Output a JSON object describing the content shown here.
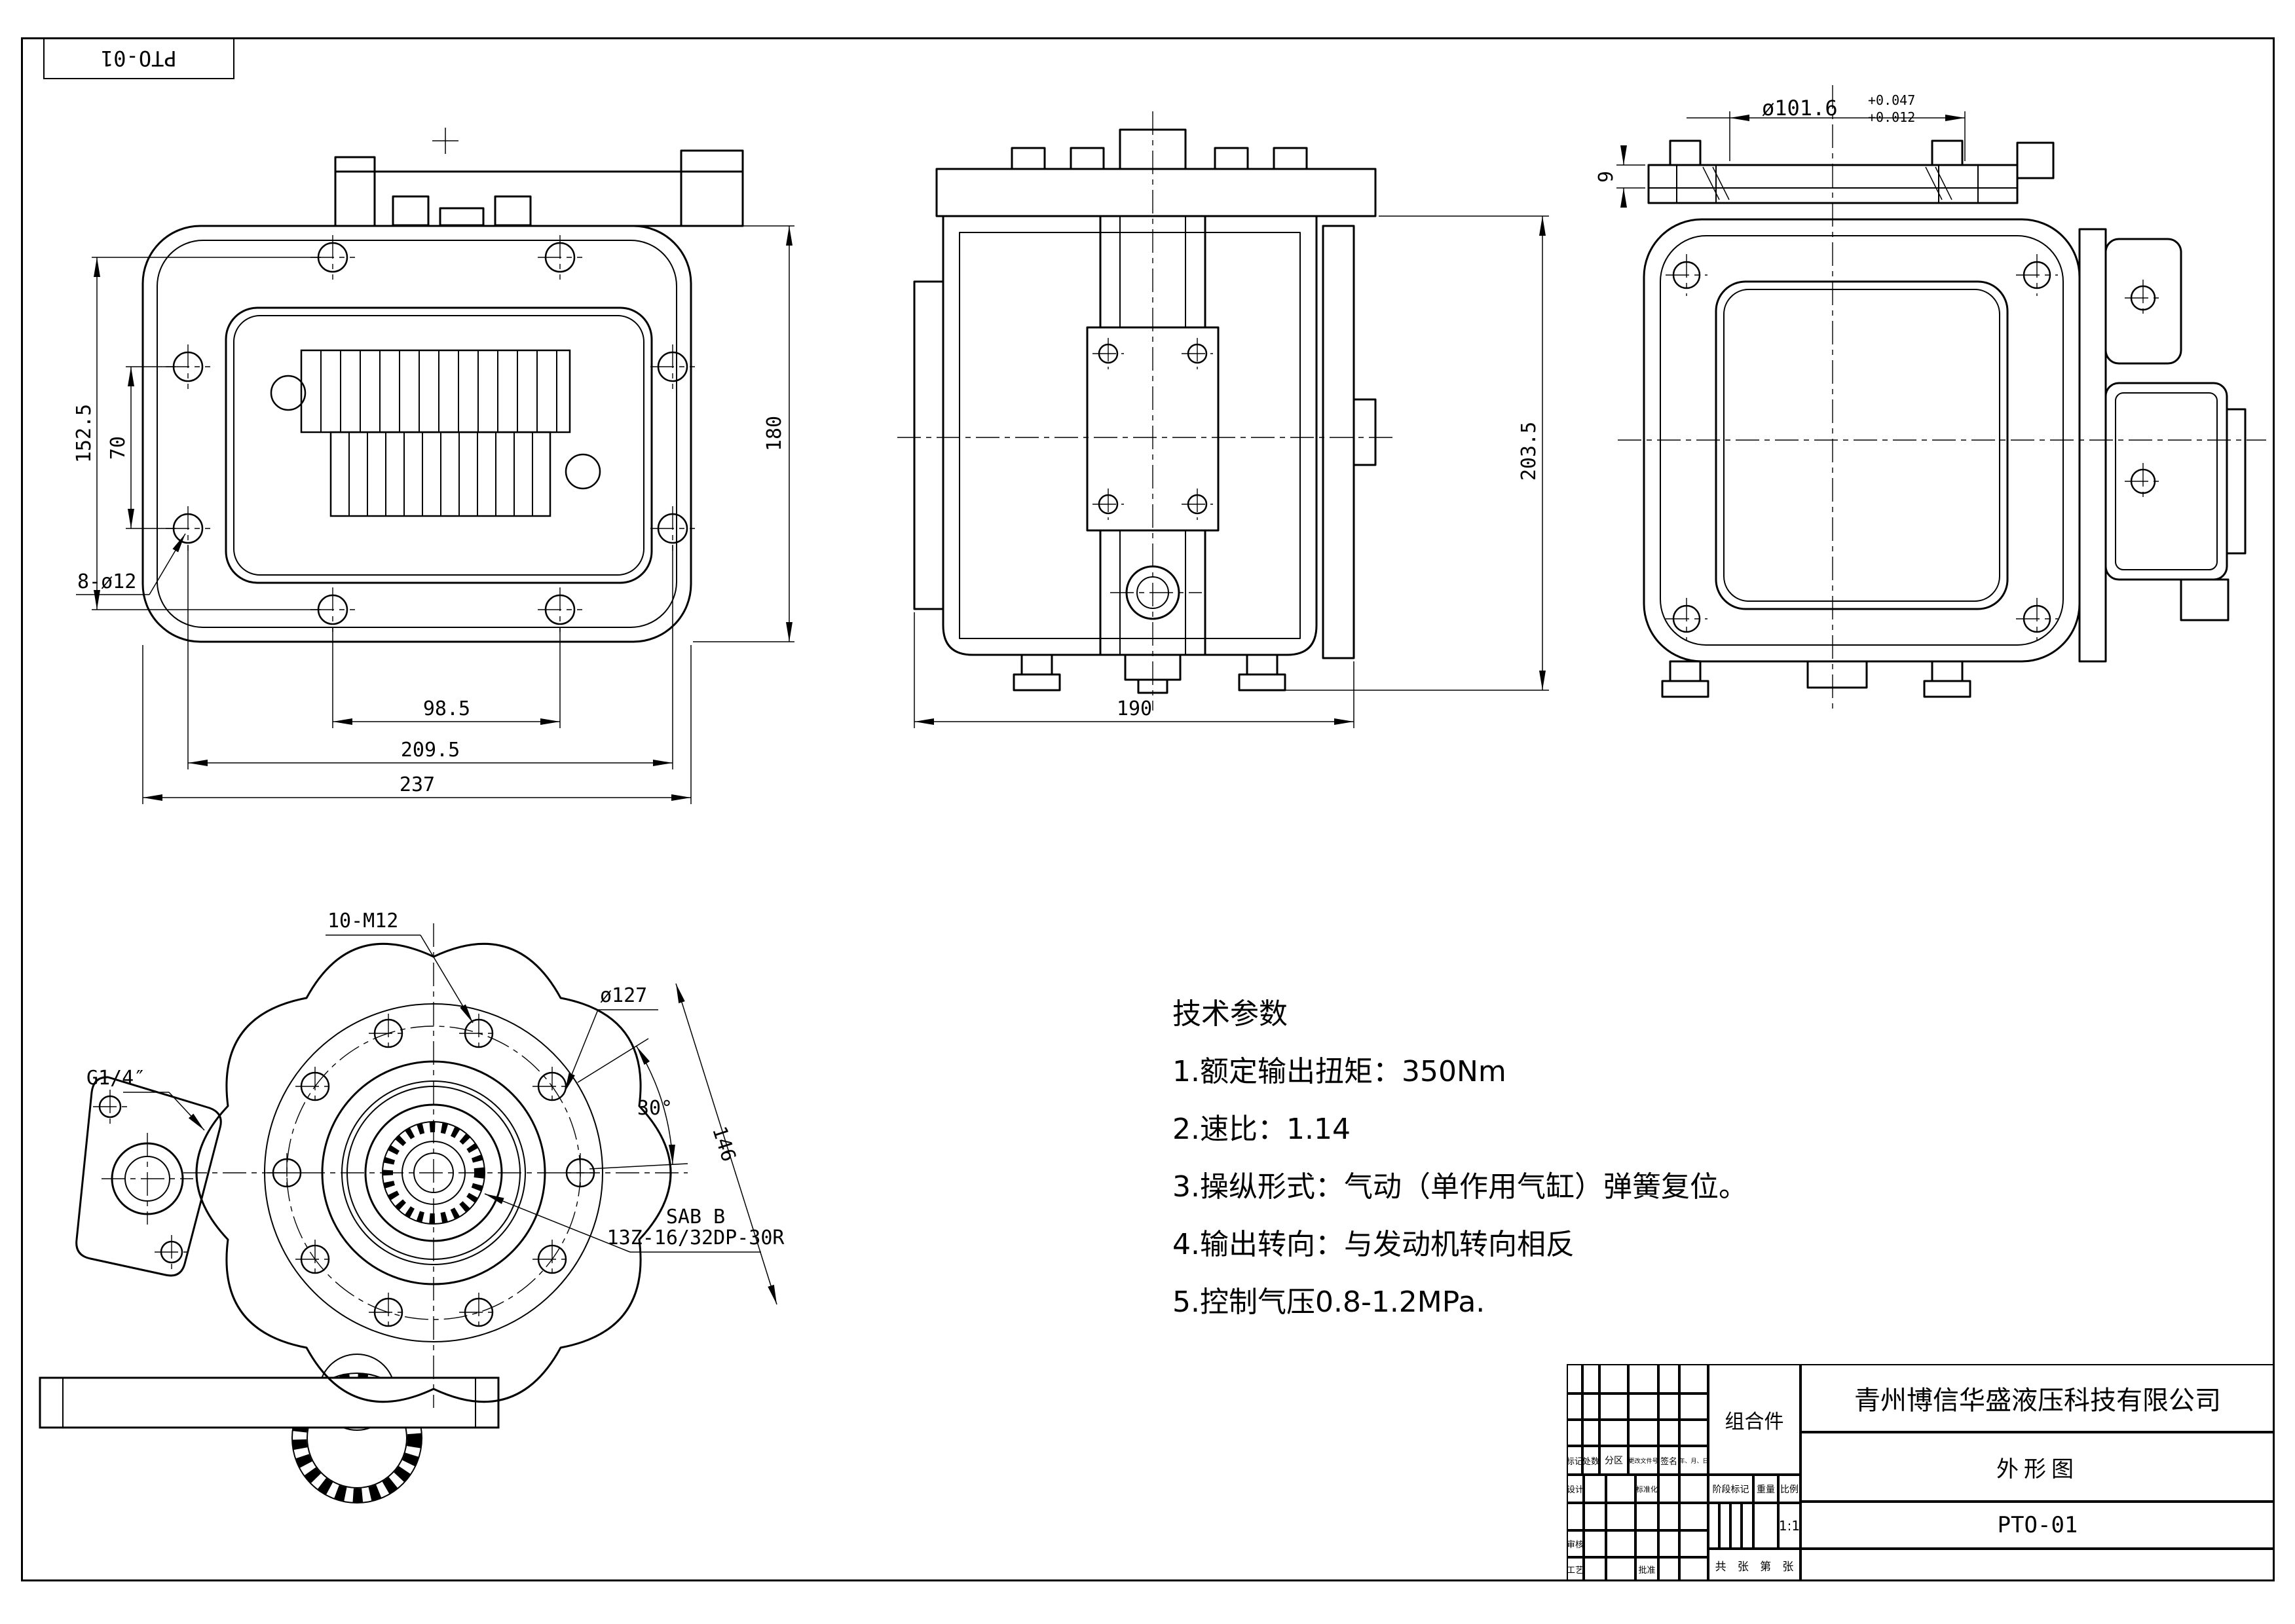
{
  "sheet": {
    "tag": "PTO-01"
  },
  "views": {
    "front": {
      "dims": {
        "d152": "152.5",
        "d70": "70",
        "holes": "8-ø12",
        "d98": "98.5",
        "d209": "209.5",
        "d237": "237",
        "d180": "180"
      }
    },
    "side": {
      "dims": {
        "d190": "190",
        "d203": "203.5"
      }
    },
    "rear": {
      "dims": {
        "dia": "ø101.6",
        "tol_up": "+0.047",
        "tol_dn": "+0.012",
        "thk": "9"
      }
    },
    "flange": {
      "labels": {
        "bolts": "10-M12",
        "circle": "ø127",
        "port": "G1/4″",
        "angle": "30°",
        "len": "146",
        "spline1": "SAB B",
        "spline2": "13Z-16/32DP-30R"
      }
    }
  },
  "tech_params": {
    "title": "技术参数",
    "items": [
      "1.额定输出扭矩：350Nm",
      "2.速比：1.14",
      "3.操纵形式：气动（单作用气缸）弹簧复位。",
      "4.输出转向：与发动机转向相反",
      "5.控制气压0.8-1.2MPa."
    ]
  },
  "title_block": {
    "company": "青州博信华盛液压科技有限公司",
    "part_name": "组合件",
    "drawing_name": "外形图",
    "drawing_no": "PTO-01",
    "rev_headers": [
      "标记",
      "处数",
      "分区",
      "更改文件号",
      "签名",
      "年、月、日"
    ],
    "design": "设计",
    "standard": "标准化",
    "audit": "审核",
    "process": "工艺",
    "approve": "批准",
    "stage": "阶段标记",
    "weight": "重量",
    "scale": "比例",
    "scale_value": "1:1",
    "pages": [
      "共",
      "张",
      "第",
      "张"
    ]
  }
}
